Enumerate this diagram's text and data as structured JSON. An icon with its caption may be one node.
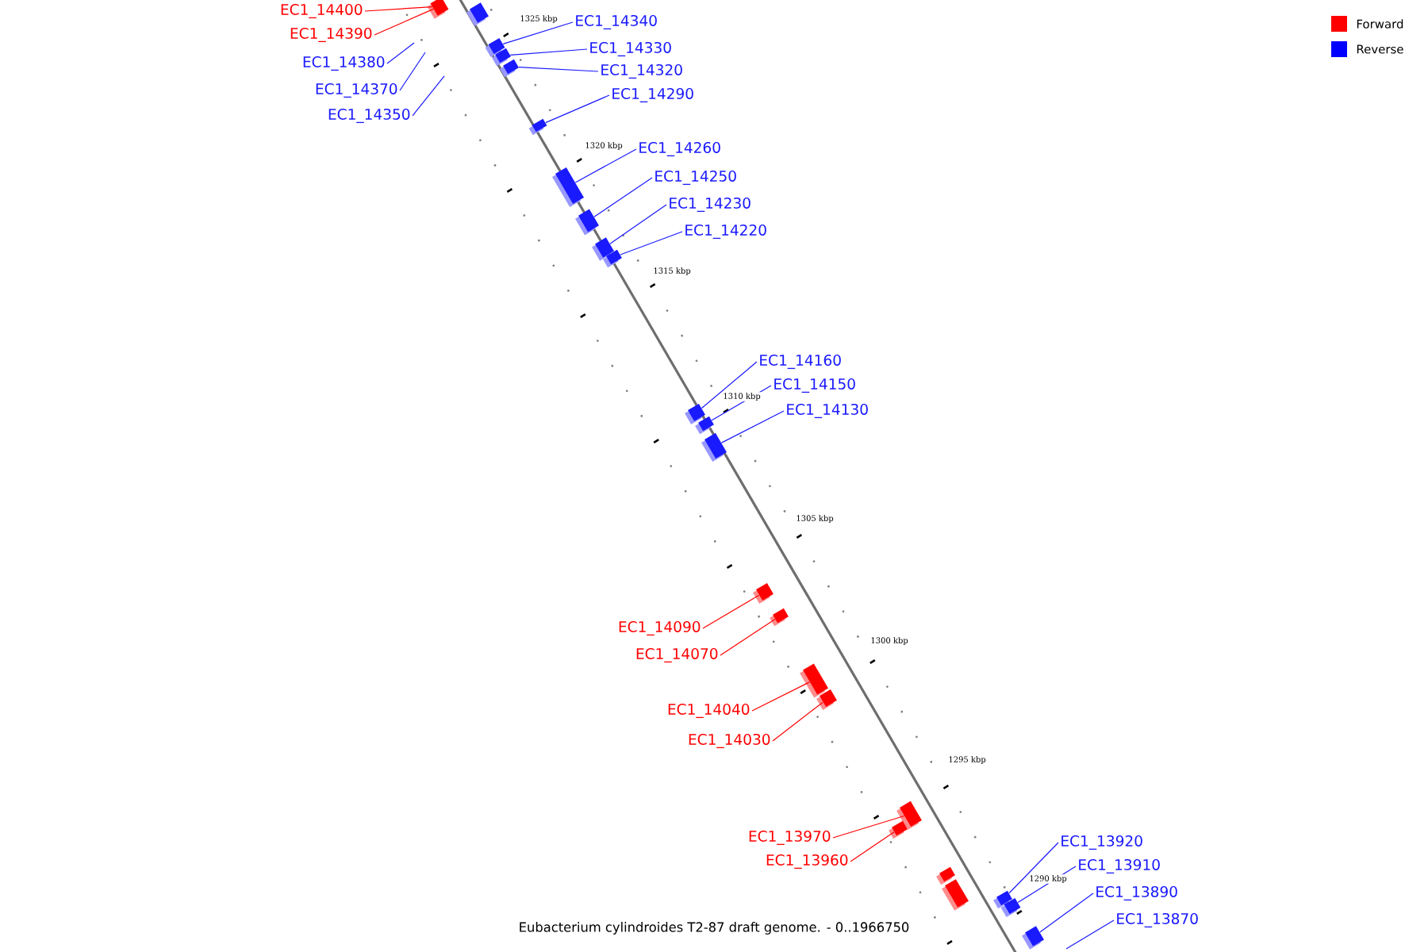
{
  "diagram": {
    "caption": "Eubacterium cylindroides T2-87 draft genome. - 0..1966750",
    "nodes": [
      {
        "text": [
          "EC1_14400"
        ]
      },
      {
        "text": [],
        "shape": "box"
      },
      {
        "text": [
          "EC1_14390"
        ]
      },
      {
        "text": [
          "EC1_14380"
        ]
      },
      {
        "text": [
          "EC1_14370"
        ]
      },
      {
        "text": [
          "EC1_14350"
        ]
      },
      {
        "text": [
          "EC1_14340"
        ]
      },
      {
        "text": [],
        "shape": "box"
      },
      {
        "text": [
          "EC1_14330"
        ]
      },
      {
        "text": [],
        "shape": "box"
      },
      {
        "text": [
          "EC1_14320"
        ]
      },
      {
        "text": [],
        "shape": "box"
      },
      {
        "text": [
          "EC1_14290"
        ]
      },
      {
        "text": [],
        "shape": "box"
      },
      {
        "text": [
          "EC1_14260"
        ]
      },
      {
        "text": [],
        "shape": "box"
      },
      {
        "text": [
          "EC1_14250"
        ]
      },
      {
        "text": [],
        "shape": "box"
      },
      {
        "text": [
          "EC1_14230"
        ]
      },
      {
        "text": [],
        "shape": "box"
      },
      {
        "text": [
          "EC1_14220"
        ]
      },
      {
        "text": [],
        "shape": "box"
      },
      {
        "text": [
          "EC1_14160"
        ]
      },
      {
        "text": [],
        "shape": "box"
      },
      {
        "text": [
          "EC1_14150"
        ]
      },
      {
        "text": [],
        "shape": "box"
      },
      {
        "text": [
          "EC1_14130"
        ]
      },
      {
        "text": [],
        "shape": "box"
      },
      {
        "text": [
          "EC1_14090"
        ]
      },
      {
        "text": [],
        "shape": "box"
      },
      {
        "text": [
          "EC1_14070"
        ]
      },
      {
        "text": [],
        "shape": "box"
      },
      {
        "text": [
          "EC1_14040"
        ]
      },
      {
        "text": [],
        "shape": "box"
      },
      {
        "text": [
          "EC1_14030"
        ]
      },
      {
        "text": [],
        "shape": "box"
      },
      {
        "text": [
          "EC1_13970"
        ]
      },
      {
        "text": [],
        "shape": "box"
      },
      {
        "text": [
          "EC1_13960"
        ]
      },
      {
        "text": [],
        "shape": "box"
      },
      {
        "text": [
          "EC1_13920"
        ]
      },
      {
        "text": [],
        "shape": "box"
      },
      {
        "text": [
          "EC1_13910"
        ]
      },
      {
        "text": [],
        "shape": "box"
      },
      {
        "text": [
          "EC1_13890"
        ]
      },
      {
        "text": [],
        "shape": "box"
      },
      {
        "text": [
          "EC1_13870"
        ]
      },
      {
        "text": [],
        "shape": "box"
      },
      {
        "text": [],
        "shape": "box"
      },
      {
        "text": [],
        "shape": "box"
      }
    ],
    "edges": [
      {
        "from": 0,
        "to": 1,
        "arrow": "none",
        "color": "#ff0000"
      },
      {
        "from": 2,
        "to": 1,
        "arrow": "none",
        "color": "#ff0000"
      },
      {
        "from": 3,
        "to": null,
        "arrow": "none"
      },
      {
        "from": 4,
        "to": null,
        "arrow": "none"
      },
      {
        "from": 5,
        "to": null,
        "arrow": "none"
      },
      {
        "from": 6,
        "to": 7,
        "arrow": "none"
      },
      {
        "from": 8,
        "to": 9,
        "arrow": "none"
      },
      {
        "from": 10,
        "to": 11,
        "arrow": "none"
      },
      {
        "from": 12,
        "to": 13,
        "arrow": "none"
      },
      {
        "from": 14,
        "to": 15,
        "arrow": "none"
      },
      {
        "from": 16,
        "to": 17,
        "arrow": "none"
      },
      {
        "from": 18,
        "to": 19,
        "arrow": "none"
      },
      {
        "from": 20,
        "to": 21,
        "arrow": "none"
      },
      {
        "from": 22,
        "to": 23,
        "arrow": "none"
      },
      {
        "from": 24,
        "to": 25,
        "arrow": "none"
      },
      {
        "from": 26,
        "to": 27,
        "arrow": "none"
      },
      {
        "from": 28,
        "to": 29,
        "arrow": "none",
        "color": "#ff0000"
      },
      {
        "from": 30,
        "to": 31,
        "arrow": "none",
        "color": "#ff0000"
      },
      {
        "from": 32,
        "to": 33,
        "arrow": "none",
        "color": "#ff0000"
      },
      {
        "from": 34,
        "to": 35,
        "arrow": "none",
        "color": "#ff0000"
      },
      {
        "from": 36,
        "to": 37,
        "arrow": "none",
        "color": "#ff0000"
      },
      {
        "from": 38,
        "to": 39,
        "arrow": "none",
        "color": "#ff0000"
      },
      {
        "from": 40,
        "to": 41,
        "arrow": "none"
      },
      {
        "from": 42,
        "to": 43,
        "arrow": "none"
      },
      {
        "from": 44,
        "to": 45,
        "arrow": "none"
      },
      {
        "from": 46,
        "to": null,
        "arrow": "none"
      }
    ],
    "labels": [
      "1325 kbp",
      "1320 kbp",
      "1315 kbp",
      "1310 kbp",
      "1305 kbp",
      "1300 kbp",
      "1295 kbp",
      "1290 kbp"
    ],
    "legend": [
      {
        "text": "Forward",
        "color": "#ff0000"
      },
      {
        "text": "Reverse",
        "color": "#0000ff"
      }
    ]
  }
}
